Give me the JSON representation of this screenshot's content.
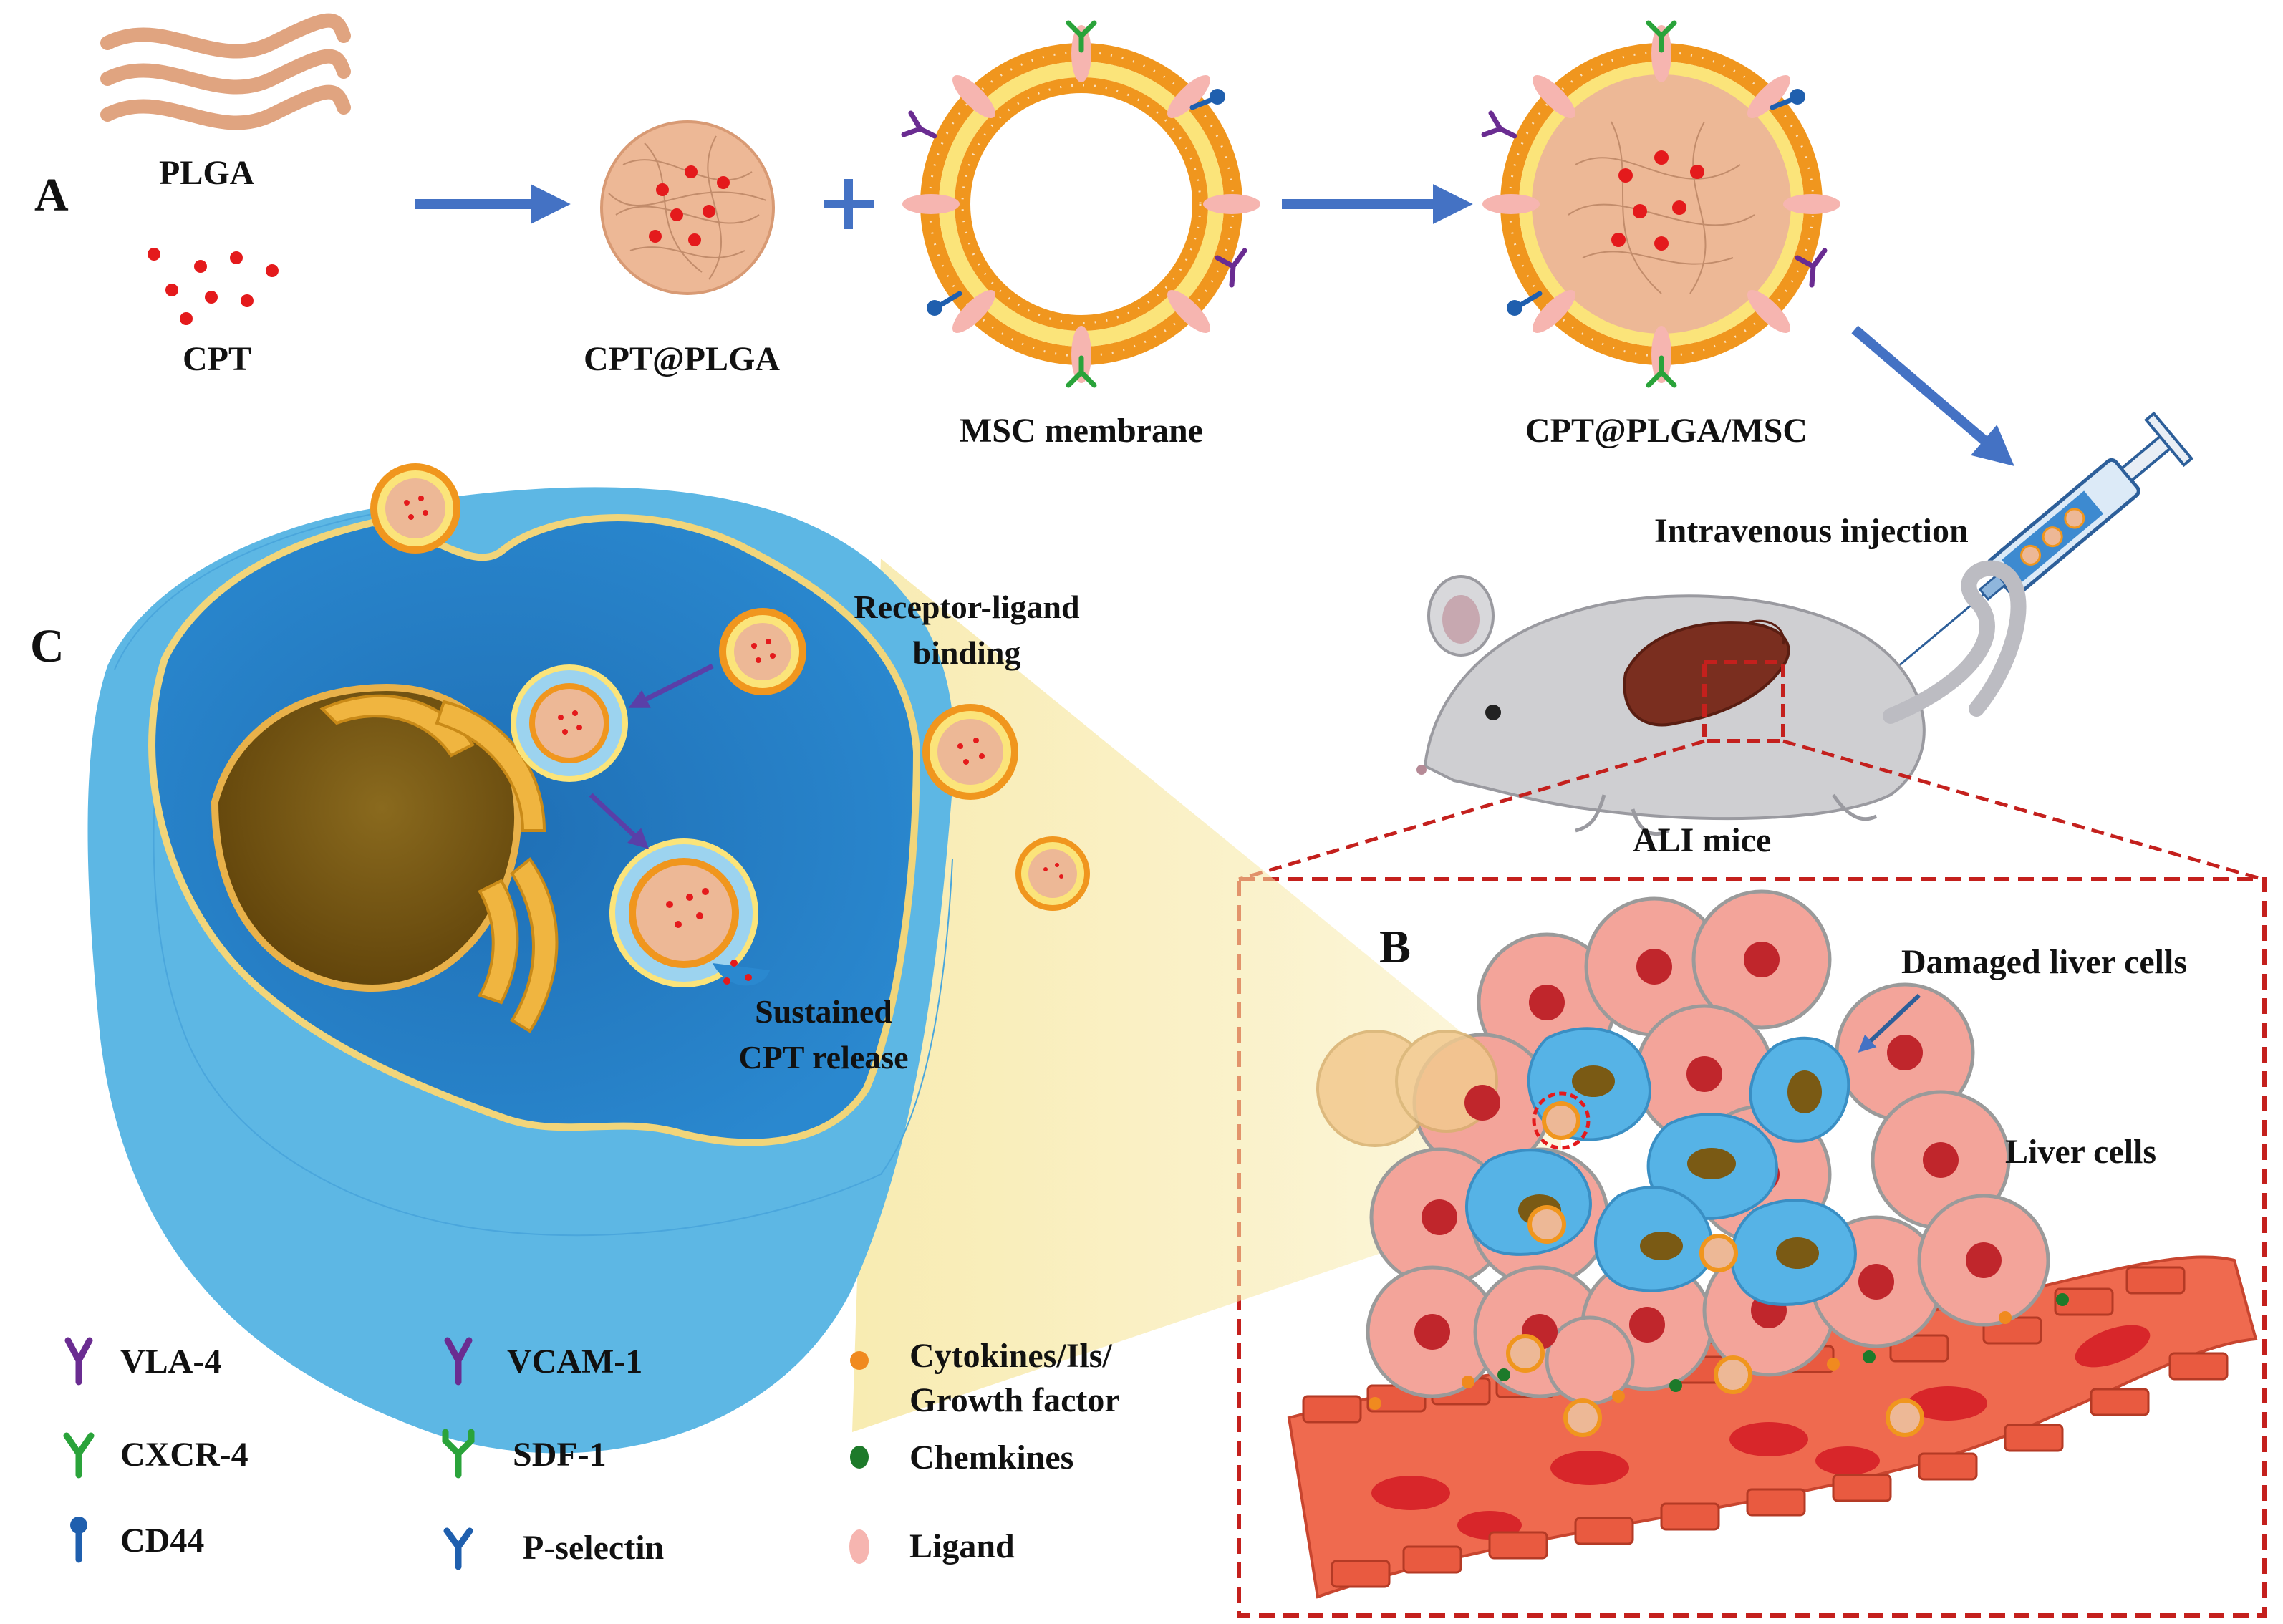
{
  "panels": {
    "a": "A",
    "b": "B",
    "c": "C"
  },
  "labels": {
    "plga": "PLGA",
    "cpt": "CPT",
    "cpt_plga": "CPT@PLGA",
    "msc_membrane": "MSC membrane",
    "cpt_plga_msc": "CPT@PLGA/MSC",
    "injection": "Intravenous  injection",
    "ali_mice": "ALI mice",
    "damaged_cells": "Damaged liver cells",
    "liver_cells": "Liver cells",
    "receptor_binding_1": "Receptor-ligand",
    "receptor_binding_2": "binding",
    "release_1": "Sustained",
    "release_2": "CPT release"
  },
  "legend": {
    "vla4": "VLA-4",
    "cxcr4": "CXCR-4",
    "cd44": "CD44",
    "vcam1": "VCAM-1",
    "sdf1": "SDF-1",
    "pselectin": "P-selectin",
    "cytokines_1": "Cytokines/Ils/",
    "cytokines_2": "Growth  factor",
    "chemokines": "Chemkines",
    "ligand": "Ligand"
  },
  "colors": {
    "arrow": "#4472c4",
    "plga": "#e0a480",
    "core": "#edb896",
    "drug": "#e41a1c",
    "membrane_outer": "#f0961e",
    "membrane_inner": "#fbe47a",
    "vla4": "#6a2c91",
    "cxcr4": "#2aa33a",
    "cd44": "#1f5fae",
    "ligand": "#f6b5b0",
    "cell_blue": "#2f86c8",
    "cell_blue_inner": "#1f6fb5",
    "nucleus": "#6e4f0e",
    "liver_cell": "#f3a49a",
    "liver_nucleus": "#c0262c",
    "damaged_cell": "#56b3e6",
    "vessel": "#ef6a4f",
    "rbc": "#d8262a",
    "dashed_box": "#c4201d",
    "mouse": "#cfcfd2"
  }
}
